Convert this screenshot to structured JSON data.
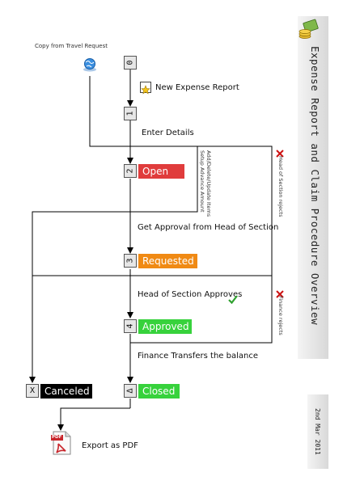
{
  "title": "Expense Report and Claim Procedure Overview",
  "date": "2nd Mar 2011",
  "source_label": "Copy from Travel Request",
  "steps": [
    {
      "num": "0",
      "label": ""
    },
    {
      "num": "1",
      "label": ""
    },
    {
      "num": "2",
      "label": "Open"
    },
    {
      "num": "3",
      "label": "Requested"
    },
    {
      "num": "4",
      "label": "Approved"
    },
    {
      "num": "∆",
      "label": "Closed"
    },
    {
      "num": "X",
      "label": "Canceled"
    }
  ],
  "transitions": {
    "new_report": "New Expense Report",
    "enter_details": "Enter Details",
    "get_approval": "Get Approval from Head of Section",
    "head_approves": "Head of Section Approves",
    "finance_transfers": "Finance Transfers the balance"
  },
  "side_notes": {
    "add_items": "Add/Delete/Update Items",
    "advance_amount": "Setup Advance Amount",
    "head_rejects": "Head of Section rejects",
    "finance_rejects": "Finance rejects"
  },
  "export_label": "Export as PDF",
  "pdf_badge": "PDF",
  "colors": {
    "open": "#e03c3c",
    "requested": "#f08a14",
    "approved": "#37d23c",
    "closed": "#37d23c",
    "canceled": "#000000",
    "reject_cross": "#cc1111",
    "check": "#2ea02e"
  },
  "icons": {
    "source": "globe-icon",
    "new_report": "star-icon",
    "title_logo": "money-icon",
    "export": "pdf-icon"
  }
}
